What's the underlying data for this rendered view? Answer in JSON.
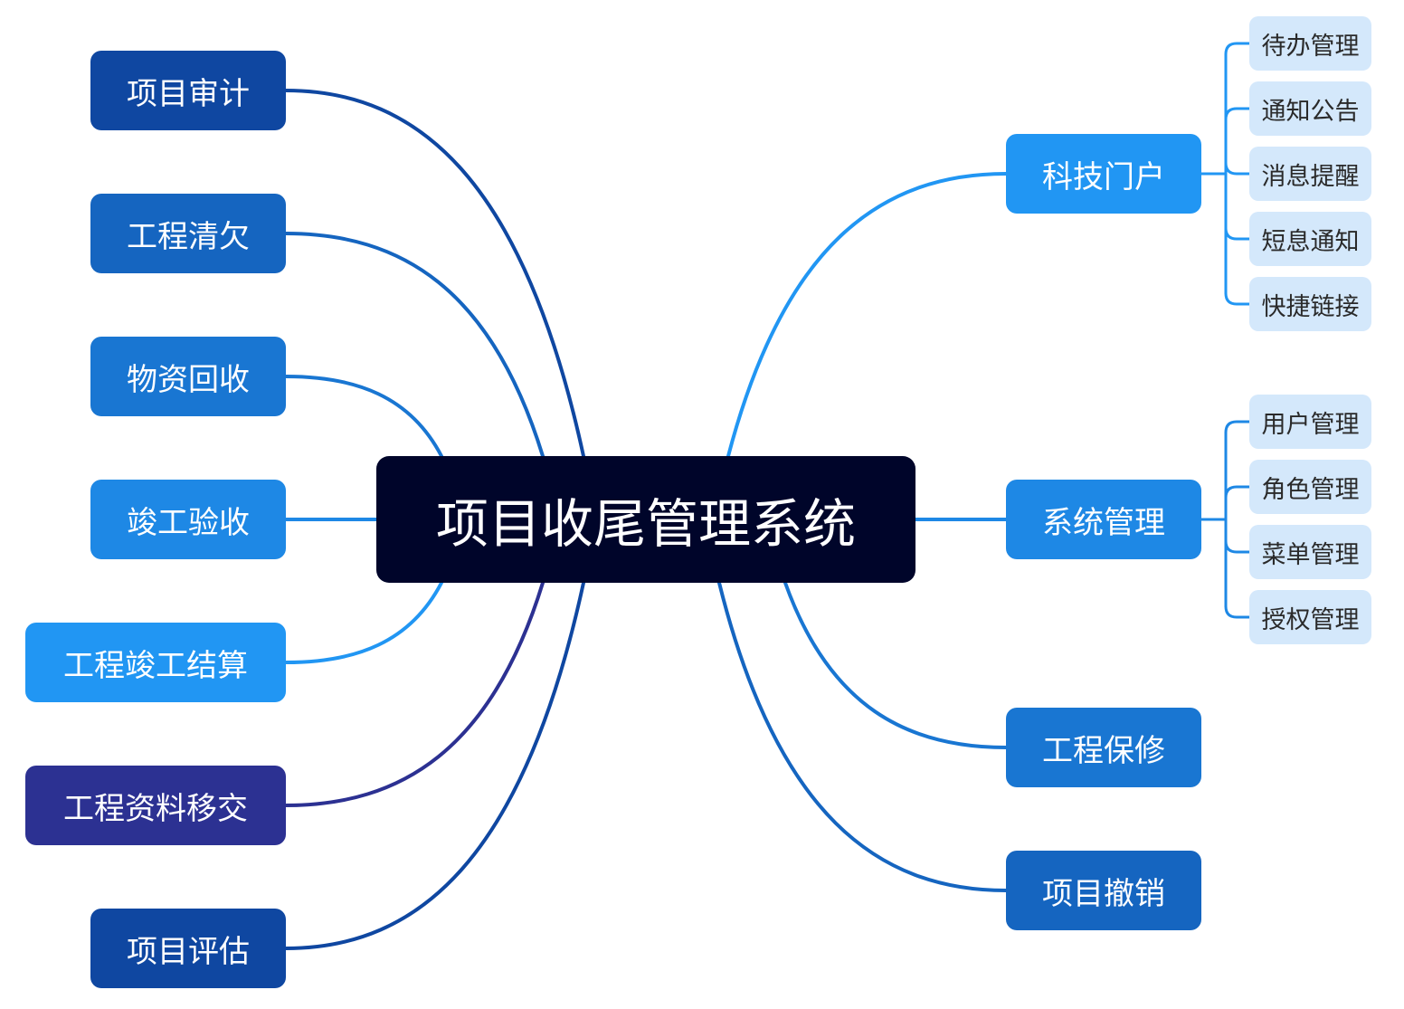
{
  "center": {
    "label": "项目收尾管理系统"
  },
  "left_branches": [
    {
      "label": "项目审计",
      "color": "#0f47a1"
    },
    {
      "label": "工程清欠",
      "color": "#1565c0"
    },
    {
      "label": "物资回收",
      "color": "#1976d2"
    },
    {
      "label": "竣工验收",
      "color": "#1e88e5"
    },
    {
      "label": "工程竣工结算",
      "color": "#2196f3"
    },
    {
      "label": "工程资料移交",
      "color": "#2c3192"
    },
    {
      "label": "项目评估",
      "color": "#0f47a1"
    }
  ],
  "right_branches": [
    {
      "label": "科技门户",
      "color": "#2196f3",
      "children": [
        "待办管理",
        "通知公告",
        "消息提醒",
        "短息通知",
        "快捷链接"
      ]
    },
    {
      "label": "系统管理",
      "color": "#1e88e5",
      "children": [
        "用户管理",
        "角色管理",
        "菜单管理",
        "授权管理"
      ]
    },
    {
      "label": "工程保修",
      "color": "#1976d2",
      "children": []
    },
    {
      "label": "项目撤销",
      "color": "#1565c0",
      "children": []
    }
  ],
  "leaf_color": "#d4e8fb",
  "center_color": "#00052a"
}
